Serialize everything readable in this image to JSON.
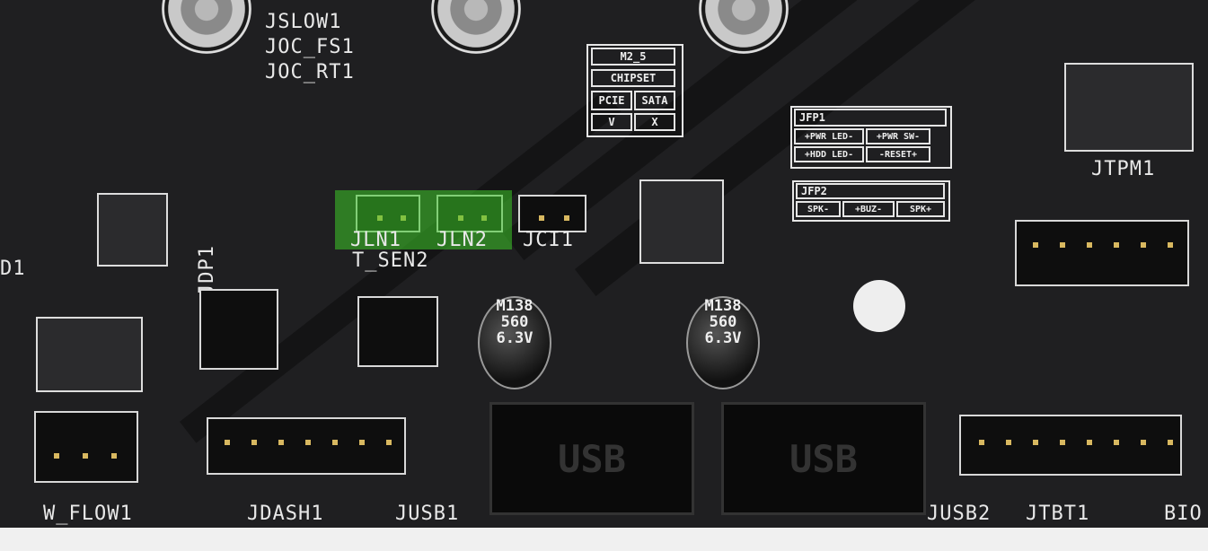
{
  "labels": {
    "jslow": "JSLOW1",
    "joc_fs": "JOC_FS1",
    "joc_rt": "JOC_RT1",
    "jdp": "JDP1",
    "d1": "D1",
    "jln1": "JLN1",
    "jln2": "JLN2",
    "jci": "JCI1",
    "tsen": "T_SEN2",
    "wflow": "W_FLOW1",
    "jdash": "JDASH1",
    "jusb1": "JUSB1",
    "jusb2": "JUSB2",
    "jtbt": "JTBT1",
    "bio": "BIO",
    "jtpm": "JTPM1"
  },
  "m2_table": {
    "title": "M2_5",
    "row1": "CHIPSET",
    "pcie": "PCIE",
    "sata": "SATA",
    "pcie_val": "V",
    "sata_val": "X"
  },
  "jfp1": {
    "title": "JFP1",
    "pwr_led": "+PWR LED-",
    "pwr_sw": "+PWR SW-",
    "hdd_led": "+HDD LED-",
    "reset": "-RESET+"
  },
  "jfp2": {
    "title": "JFP2",
    "spk_minus": "SPK-",
    "buz": "+BUZ-",
    "spk_plus": "SPK+"
  },
  "capacitor": {
    "brand": "M138",
    "value": "560",
    "voltage": "6.3V"
  },
  "usb_label": "USB",
  "highlight_color": "#3cc828"
}
